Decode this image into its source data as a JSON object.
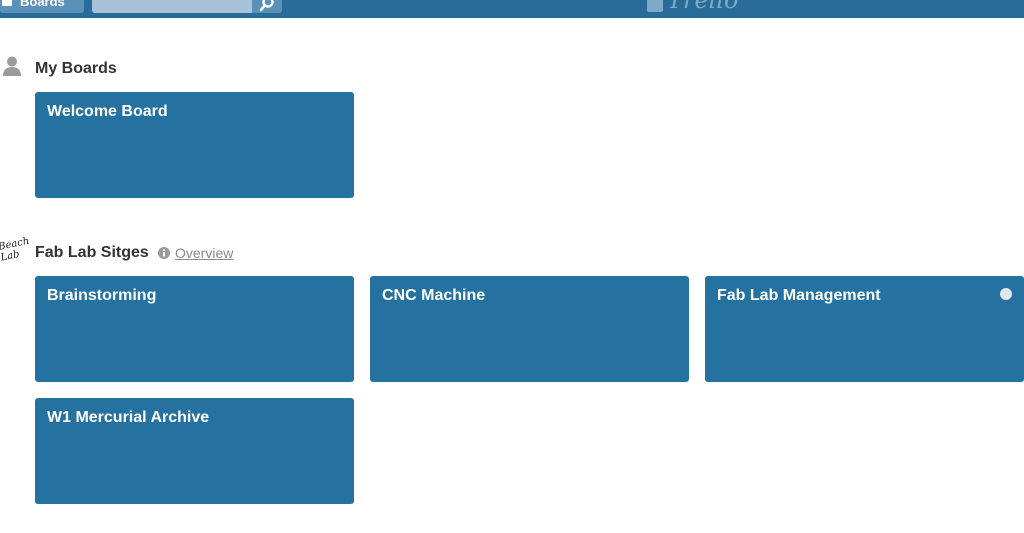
{
  "header": {
    "boards_button_label": "Boards",
    "search_placeholder": "",
    "logo_text": "Trello"
  },
  "my_boards": {
    "title": "My Boards",
    "boards": [
      {
        "title": "Welcome Board"
      }
    ]
  },
  "team": {
    "logo_text": "Beach Lab",
    "title": "Fab Lab Sitges",
    "overview_link": "Overview",
    "boards": [
      {
        "title": "Brainstorming"
      },
      {
        "title": "CNC Machine"
      },
      {
        "title": "Fab Lab Management"
      },
      {
        "title": "W1 Mercurial Archive"
      }
    ]
  },
  "colors": {
    "header_bg": "#2a6c99",
    "tile_bg": "#2572a0",
    "text_dark": "#333333"
  }
}
